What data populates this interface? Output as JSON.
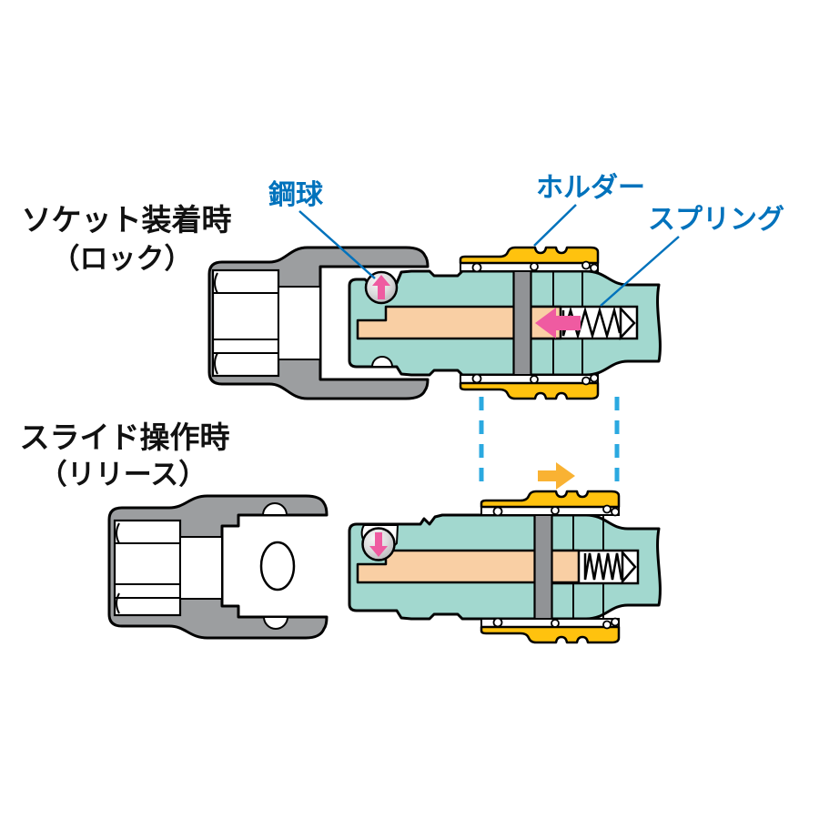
{
  "top_diagram": {
    "title": "ソケット装着時",
    "subtitle": "（ロック）",
    "state": "lock",
    "ball_arrow_direction": "up",
    "spring_arrow_direction": "left"
  },
  "bottom_diagram": {
    "title": "スライド操作時",
    "subtitle": "（リリース）",
    "state": "release",
    "ball_arrow_direction": "down",
    "holder_arrow_direction": "right"
  },
  "annotations": {
    "steel_ball": "鋼球",
    "holder": "ホルダー",
    "spring": "スプリング"
  },
  "colors": {
    "background": "#FFFFFF",
    "outline": "#000000",
    "socket_gray": "#9C9EA0",
    "anvil_teal": "#A2D8CF",
    "holder_yellow": "#FFC20E",
    "drive_peach": "#F9CFA4",
    "pin_gray": "#919396",
    "arrow_pink": "#EF5BA1",
    "arrow_yellow": "#F9B233",
    "label_blue": "#0072BC",
    "dash_blue": "#2BA9E0",
    "ball_gray": "#C9CACC"
  }
}
